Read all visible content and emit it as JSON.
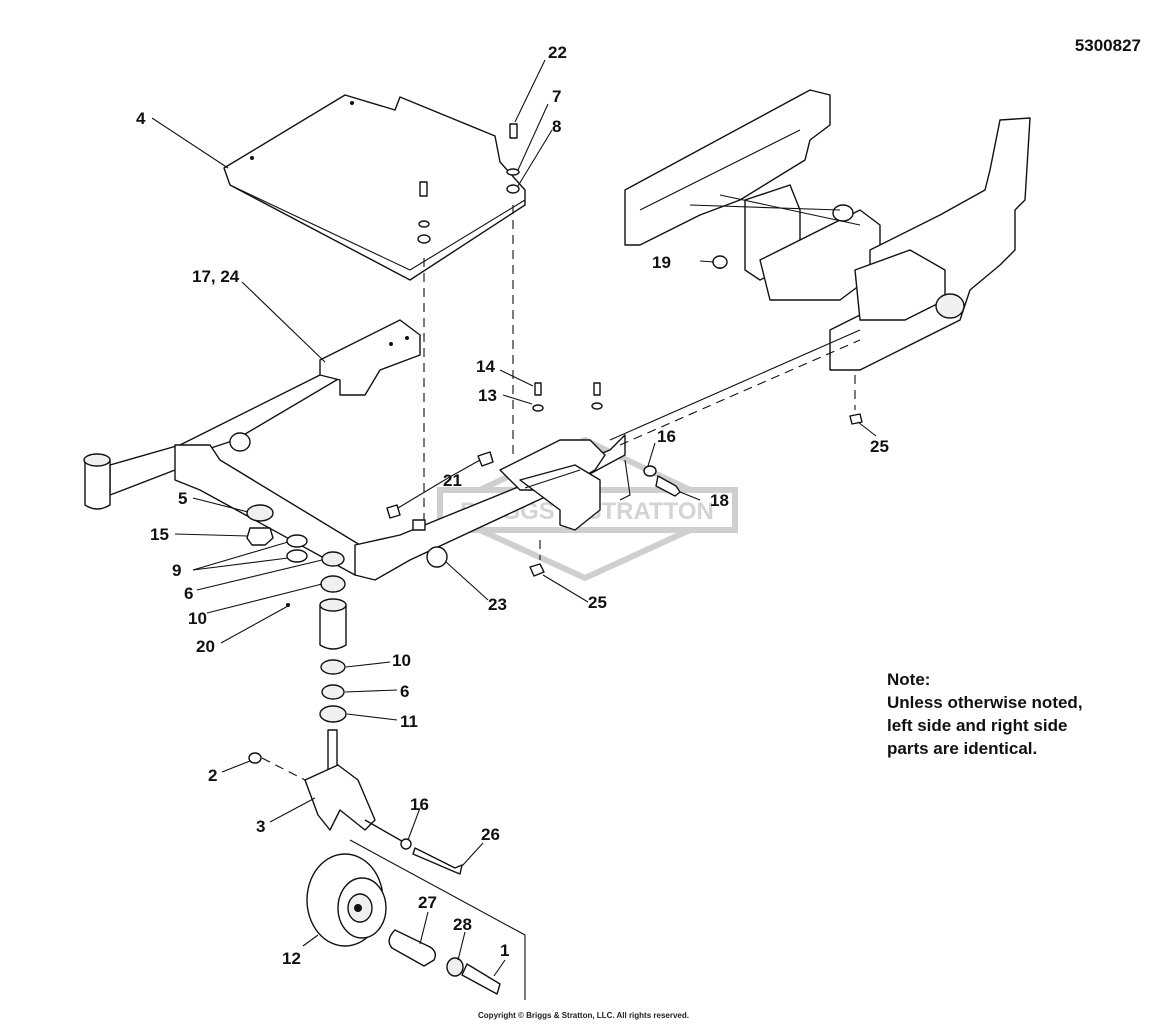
{
  "header": {
    "doc_number": "5300827"
  },
  "note": {
    "lines": [
      "Note:",
      "Unless otherwise noted,",
      "left side and right side",
      "parts are identical."
    ]
  },
  "watermark": {
    "text": "BRIGGS & STRATTON"
  },
  "footer": {
    "copyright": "Copyright © Briggs & Stratton, LLC. All rights reserved."
  },
  "callouts": [
    {
      "label": "22"
    },
    {
      "label": "7"
    },
    {
      "label": "8"
    },
    {
      "label": "4"
    },
    {
      "label": "17, 24"
    },
    {
      "label": "19"
    },
    {
      "label": "14"
    },
    {
      "label": "13"
    },
    {
      "label": "16"
    },
    {
      "label": "18"
    },
    {
      "label": "25"
    },
    {
      "label": "21"
    },
    {
      "label": "5"
    },
    {
      "label": "15"
    },
    {
      "label": "9"
    },
    {
      "label": "6"
    },
    {
      "label": "10"
    },
    {
      "label": "20"
    },
    {
      "label": "23"
    },
    {
      "label": "25"
    },
    {
      "label": "10"
    },
    {
      "label": "6"
    },
    {
      "label": "11"
    },
    {
      "label": "2"
    },
    {
      "label": "3"
    },
    {
      "label": "16"
    },
    {
      "label": "26"
    },
    {
      "label": "27"
    },
    {
      "label": "28"
    },
    {
      "label": "1"
    },
    {
      "label": "12"
    }
  ]
}
